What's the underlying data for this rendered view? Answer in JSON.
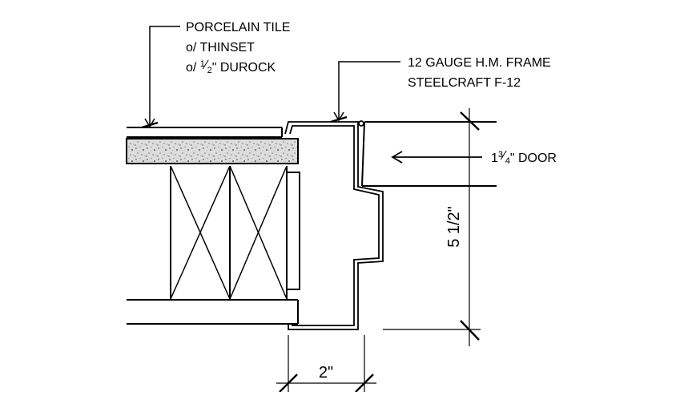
{
  "callouts": {
    "tile": {
      "line1": "PORCELAIN TILE",
      "line2": "o/ THINSET",
      "line3_prefix": "o/ ",
      "line3_fraction": {
        "num": "1",
        "den": "2"
      },
      "line3_suffix": "\" DUROCK"
    },
    "frame": {
      "line1": "12 GAUGE H.M. FRAME",
      "line2": "STEELCRAFT F-12"
    },
    "door": {
      "whole": "1",
      "fraction": {
        "num": "3",
        "den": "4"
      },
      "suffix": "\" DOOR"
    }
  },
  "dimensions": {
    "frame_depth": "5 1/2\"",
    "frame_face": "2\""
  }
}
